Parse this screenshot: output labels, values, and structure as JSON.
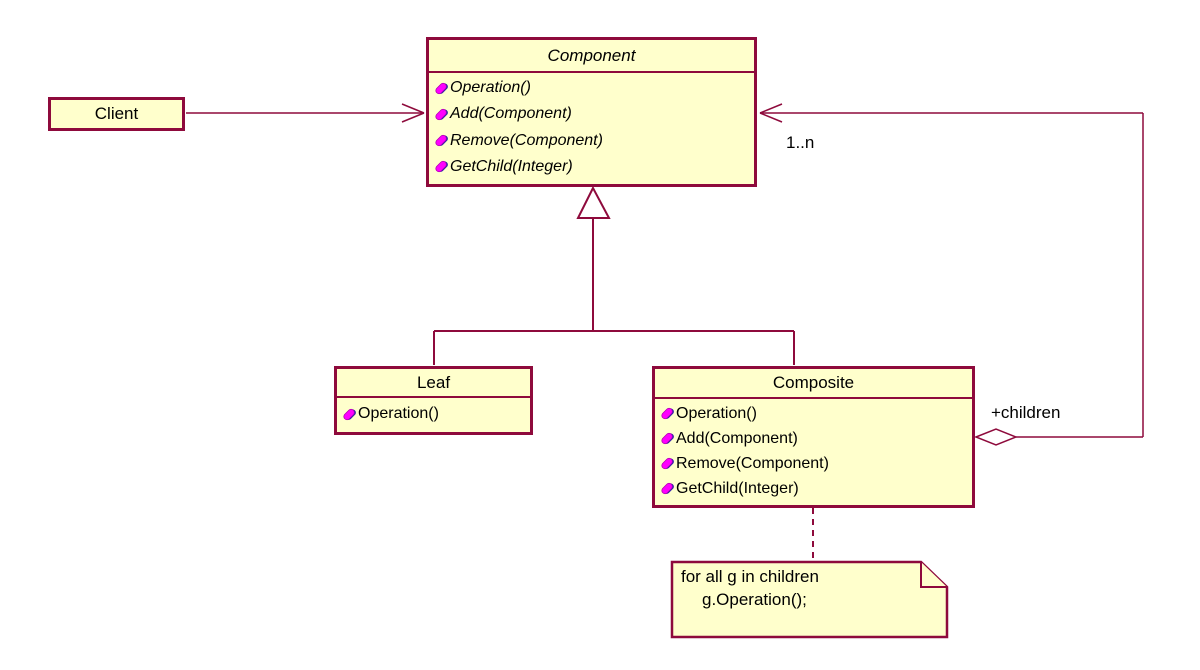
{
  "diagram": {
    "classes": {
      "client": {
        "name": "Client",
        "methods": []
      },
      "component": {
        "name": "Component",
        "abstract": true,
        "methods": [
          "Operation()",
          "Add(Component)",
          "Remove(Component)",
          "GetChild(Integer)"
        ]
      },
      "leaf": {
        "name": "Leaf",
        "methods": [
          "Operation()"
        ]
      },
      "composite": {
        "name": "Composite",
        "methods": [
          "Operation()",
          "Add(Component)",
          "Remove(Component)",
          "GetChild(Integer)"
        ]
      }
    },
    "labels": {
      "multiplicity": "1..n",
      "role": "+children"
    },
    "note": {
      "line1": "for all g in children",
      "line2": "g.Operation();"
    },
    "colors": {
      "line": "#8E0A3C",
      "box_fill": "#FFFFCC",
      "text": "#000000",
      "operation_icon_magenta": "#FF00FF",
      "operation_icon_navy": "#2222AA"
    }
  }
}
